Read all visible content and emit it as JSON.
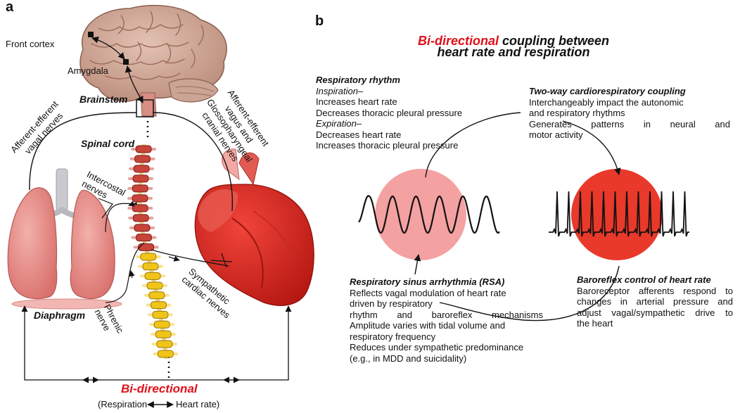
{
  "panel_a": {
    "label": "a",
    "front_cortex": "Front cortex",
    "amygdala": "Amygdala",
    "brainstem": "Brainstem",
    "spinal_cord": "Spinal cord",
    "vagal_left": [
      "Afferent-efferent",
      "vagal nerves"
    ],
    "vagus_right": [
      "Afferent-efferent",
      "vagus and",
      "Glossopharyngeal",
      "cranial nerves"
    ],
    "intercostal": [
      "Intercostal",
      "nerves"
    ],
    "phrenic": [
      "Phrenic",
      "nerve"
    ],
    "sympathetic": [
      "Sympathetic",
      "cardiac nerves"
    ],
    "diaphragm": "Diaphragm",
    "bidirectional": "Bi-directional",
    "bottom_caption": {
      "left": "(Respiration",
      "right": "Heart rate)"
    }
  },
  "panel_b": {
    "label": "b",
    "title_red": "Bi-directional",
    "title_rest_1": " coupling between",
    "title_line2": "heart rate and respiration",
    "resp_rhythm": {
      "heading": "Respiratory rhythm",
      "inspiration": "Inspiration–",
      "insp_lines": [
        "Increases heart rate",
        "Decreases thoracic pleural pressure"
      ],
      "expiration": "Expiration–",
      "exp_lines": [
        "Decreases heart rate",
        "Increases thoracic pleural pressure"
      ]
    },
    "two_way": {
      "heading": "Two-way cardiorespiratory coupling",
      "lines": [
        "Interchangeably impact the autonomic",
        "and respiratory rhythms",
        "Generates patterns in neural and",
        "motor activity"
      ]
    },
    "rsa": {
      "heading": "Respiratory sinus arrhythmia (RSA)",
      "lines": [
        "Reflects vagal modulation of heart rate",
        "driven by respiratory",
        "rhythm and baroreflex mechanisms",
        "Amplitude varies with tidal volume and",
        "respiratory frequency",
        "Reduces under sympathetic predominance",
        "(e.g., in MDD and suicidality)"
      ]
    },
    "baroreflex": {
      "heading": "Baroreflex control of heart rate",
      "lines": [
        "Baroreceptor afferents respond to",
        "changes in arterial pressure and",
        "adjust vagal/sympathetic drive to",
        "the heart"
      ]
    }
  },
  "colors": {
    "accent_red": "#e0101a",
    "resp_circle": "#f4a1a1",
    "heart_circle": "#e8392a",
    "lung": "#e98d8d",
    "heart": "#d9251f",
    "spine_red": "#c8433a",
    "spine_yellow": "#f0c419",
    "brain": "#c9a08e"
  },
  "icons": [
    "brain-icon",
    "lungs-icon",
    "heart-icon",
    "spine-icon",
    "respiration-wave-icon",
    "ecg-wave-icon"
  ]
}
